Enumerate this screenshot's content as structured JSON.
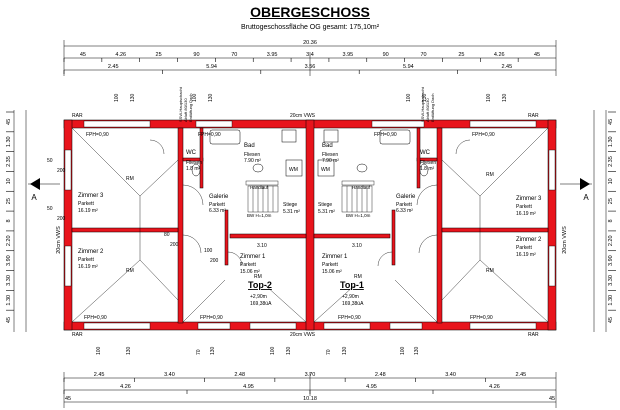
{
  "header": {
    "title": "OBERGESCHOSS",
    "subtitle": "Bruttogeschossfläche OG gesamt: 175,10m²"
  },
  "dims": {
    "top_total": "20.36",
    "top_row1": [
      "45",
      "4.26",
      "25",
      "90",
      "70",
      "3.95",
      "3.4",
      "3.95",
      "90",
      "70",
      "25",
      "4.26",
      "45"
    ],
    "top_row2": [
      "2.45",
      "5.94",
      "3.56",
      "5.94",
      "2.45"
    ],
    "bottom_row1": [
      "2.45",
      "3.40",
      "2.48",
      "3.70",
      "2.48",
      "3.40",
      "2.45"
    ],
    "bottom_row2": [
      "4.26",
      "4.95",
      "4.95",
      "4.26"
    ],
    "bottom_total": "10.18",
    "bottom_small": [
      "45",
      "45"
    ],
    "side_vals": [
      "45",
      "1.30",
      "2.35",
      "10",
      "25",
      "8",
      "2.20",
      "3.90",
      "3.30",
      "1.30",
      "45"
    ],
    "vws_left": "20cm VWS",
    "vws_right": "20cm VWS",
    "section_mark": "A"
  },
  "openings": {
    "top": [
      "100",
      "130",
      "100",
      "130",
      "100",
      "130",
      "100",
      "130"
    ],
    "bottom": [
      "100",
      "130",
      "70",
      "130",
      "100",
      "130",
      "70",
      "130",
      "100",
      "130"
    ],
    "left_side": [
      "50",
      "200",
      "50",
      "200",
      "80",
      "200",
      "100",
      "200"
    ],
    "fph_top": [
      "FPH=0,90",
      "FPH=0,90",
      "FPH=0,90",
      "FPH=0,90"
    ],
    "fph_bottom": [
      "FPH=0,90",
      "FPH=0,90",
      "FPH=0,90",
      "FPH=0,90"
    ],
    "rar": [
      "RAR",
      "RAR",
      "RAR",
      "RAR"
    ],
    "vws_top": "20cm VWS",
    "vws_bottom": "20cm VWS",
    "ssw": [
      "SSW-Hauptschacht",
      "Abluft 80/130",
      "Entlüftung Dach"
    ]
  },
  "rooms": {
    "left": {
      "zimmer3": {
        "name": "Zimmer 3",
        "floor": "Parkett",
        "area": "16.19 m²"
      },
      "zimmer2": {
        "name": "Zimmer 2",
        "floor": "Parkett",
        "area": "16.19 m²"
      },
      "wc": {
        "name": "WC",
        "floor": "Fliesen",
        "area": "1.8 m²"
      },
      "bad": {
        "name": "Bad",
        "floor": "Fliesen",
        "area": "7.90 m²"
      },
      "galerie": {
        "name": "Galerie",
        "floor": "Parkett",
        "area": "6.33 m²"
      },
      "stiege": {
        "name": "Stiege",
        "area": "5.31 m²"
      },
      "zimmer1": {
        "name": "Zimmer 1",
        "floor": "Parkett",
        "area": "15.06 m²"
      },
      "top": "Top-2",
      "height": "+2,90m",
      "level": "169,38üA"
    },
    "right": {
      "zimmer3": {
        "name": "Zimmer 3",
        "floor": "Parkett",
        "area": "16.19 m²"
      },
      "zimmer2": {
        "name": "Zimmer 2",
        "floor": "Parkett",
        "area": "16.19 m²"
      },
      "wc": {
        "name": "WC",
        "floor": "Fliesen",
        "area": "1.8 m²"
      },
      "bad": {
        "name": "Bad",
        "floor": "Fliesen",
        "area": "7.90 m²"
      },
      "galerie": {
        "name": "Galerie",
        "floor": "Parkett",
        "area": "6.33 m²"
      },
      "stiege": {
        "name": "Stiege",
        "area": "5.31 m²"
      },
      "zimmer1": {
        "name": "Zimmer 1",
        "floor": "Parkett",
        "area": "15.06 m²"
      },
      "top": "Top-1",
      "height": "+2,90m",
      "level": "169,38üA"
    },
    "rm": "RM",
    "wm": "WM",
    "handlauf": "Handlauf",
    "bw": "BW H=1,0m",
    "stair_width": "3.10"
  },
  "colors": {
    "wall": "#e8141c",
    "line": "#000000"
  }
}
